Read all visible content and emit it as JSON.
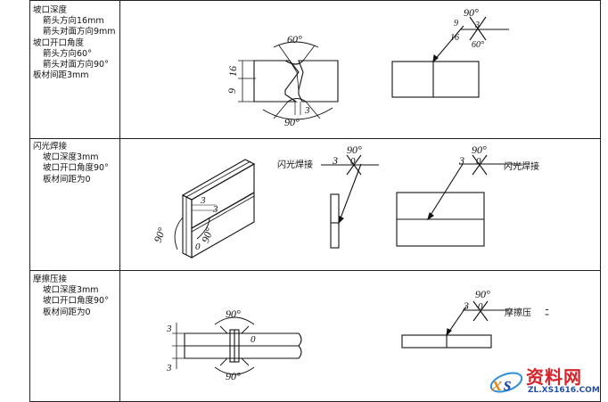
{
  "rows": [
    {
      "lines": [
        "坡口深度",
        "箭头方向16mm",
        "箭头对面方向9mm",
        "坡口开口角度",
        "箭头方向60°",
        "箭头对面方向90°",
        "板材间距3mm"
      ],
      "indent": [
        false,
        true,
        true,
        false,
        true,
        true,
        false
      ],
      "fig": {
        "angle_top": "60°",
        "dim_16": "16",
        "dim_9": "9",
        "dim_3": "3",
        "angle_bottom": "90°",
        "sym_angle_top": "90°",
        "sym_9": "9",
        "sym_3": "3",
        "sym_16": "16",
        "sym_60": "60°"
      }
    },
    {
      "lines": [
        "闪光焊接",
        "坡口深度3mm",
        "坡口开口角度90°",
        "板材间距为0"
      ],
      "indent": [
        false,
        true,
        true,
        true
      ],
      "fig": {
        "label_left": "闪光焊接",
        "label_right": "闪光焊接",
        "sym_3": "3",
        "sym_0": "0",
        "sym_90": "90°",
        "iso_3a": "3",
        "iso_3b": "3",
        "iso_90a": "90°",
        "iso_90b": "90°",
        "iso_0": "0"
      }
    },
    {
      "lines": [
        "摩擦压接",
        "坡口深度3mm",
        "坡口开口角度90°",
        "板材间距为0"
      ],
      "indent": [
        false,
        true,
        true,
        true
      ],
      "fig": {
        "label_right": "摩擦压",
        "stray": "ﾆ",
        "sym_3": "3",
        "sym_0": "0",
        "sym_90": "90°",
        "dim_3a": "3",
        "dim_3b": "3",
        "angle_top": "90°",
        "angle_bottom": "90°",
        "gap_0": "0"
      }
    }
  ],
  "watermark": {
    "brand": "资料网",
    "url": "ZL.XS1616.COM"
  }
}
